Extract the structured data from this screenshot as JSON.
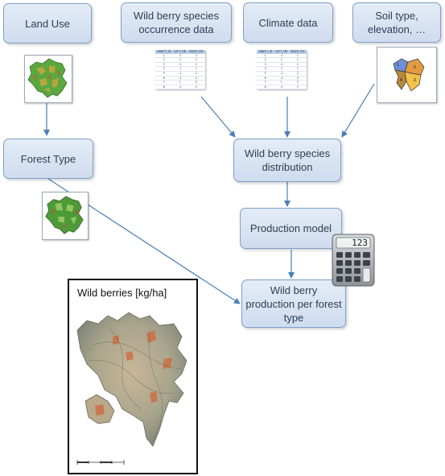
{
  "boxes": {
    "land_use": "Land Use",
    "berry_occurrence": "Wild berry species occurrence data",
    "climate": "Climate data",
    "soil": "Soil type, elevation, …",
    "forest_type": "Forest Type",
    "distribution": "Wild berry species distribution",
    "production_model": "Production model",
    "production_per_type": "Wild berry production per forest type"
  },
  "map_title": "Wild berries [kg/ha]",
  "calculator_display": "123",
  "tables": {
    "headers": [
      "OBJECT_ID",
      "LEFT_FID",
      "RIGHT_FID"
    ],
    "occurrence_rows": [
      [
        "1",
        "-1",
        "1"
      ],
      [
        "2",
        "2",
        "1"
      ],
      [
        "3",
        "-1",
        "1"
      ],
      [
        "4",
        "-1",
        "1"
      ],
      [
        "5",
        "-1",
        "2"
      ],
      [
        "6",
        "-1",
        "2"
      ],
      [
        "7",
        "1",
        "2"
      ],
      [
        "8",
        "-1",
        "2"
      ]
    ],
    "climate_rows": [
      [
        "1",
        "-1",
        "1"
      ],
      [
        "2",
        "2",
        "1"
      ],
      [
        "3",
        "-1",
        "1"
      ],
      [
        "4",
        "-1",
        "1"
      ],
      [
        "5",
        "-1",
        "2"
      ],
      [
        "6",
        "-1",
        "2"
      ],
      [
        "7",
        "1",
        "2"
      ],
      [
        "8",
        "-1",
        "2"
      ]
    ]
  },
  "soil_labels": [
    "1",
    "2",
    "3",
    "4"
  ],
  "colors": {
    "box_border": "#7f9fc9",
    "arrow": "#4a7fb5",
    "green": "#3f9a32"
  }
}
